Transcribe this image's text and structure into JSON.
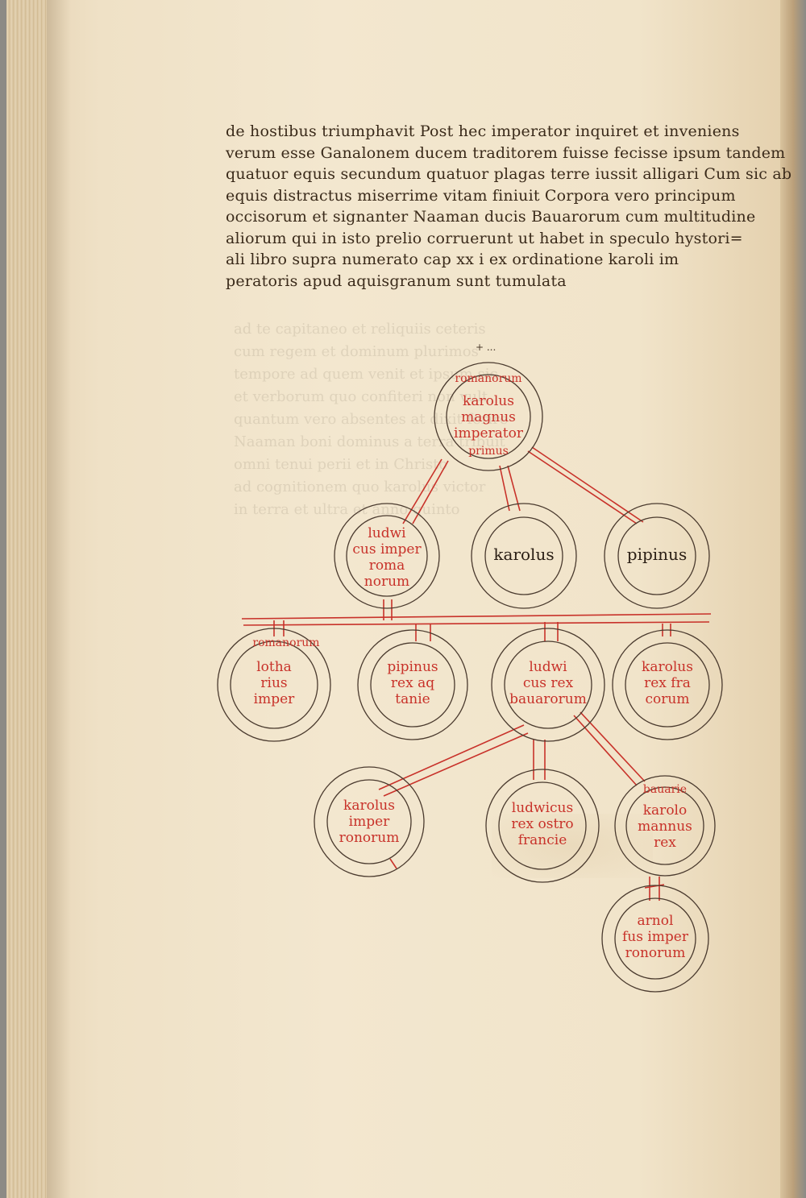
{
  "manuscript": {
    "text_lines": [
      "de hostibus triumphavit Post hec imperator inquiret et inveniens",
      "verum esse Ganalonem ducem traditorem fuisse fecisse ipsum tandem",
      "quatuor equis secundum quatuor plagas terre iussit alligari Cum sic ab",
      "equis distractus miserrime vitam finiuit Corpora vero principum",
      "occisorum et signanter Naaman ducis Bauarorum cum multitudine",
      "aliorum qui in isto prelio corruerunt ut habet in speculo hystori=",
      "ali libro supra numerato cap xx i ex ordinatione karoli im",
      "peratoris apud aquisgranum sunt tumulata"
    ],
    "folio_mark": "+ ...",
    "show_through_text": [
      "ad te capitaneo et reliquiis ceteris",
      "cum regem et dominum plurimos",
      "tempore ad quem venit et ipsum sic",
      "et verborum quo confiteri non vult",
      "quantum vero absentes at dixit ferire",
      "Naaman boni dominus a terra tribuit",
      "omni tenui perii et in Christo",
      "ad cognitionem quo karolus victor",
      "in terra et ultra et anno quinto"
    ]
  },
  "genealogy": {
    "root": {
      "arc_top": "romanorum",
      "label_lines": [
        "karolus",
        "magnus",
        "imperator"
      ],
      "arc_bottom": "primus"
    },
    "generation_2": [
      {
        "label_lines": [
          "ludwi",
          "cus imper",
          "roma",
          "norum"
        ],
        "color": "red"
      },
      {
        "label_lines": [
          "karolus"
        ],
        "color": "black"
      },
      {
        "label_lines": [
          "pipinus"
        ],
        "color": "black"
      }
    ],
    "generation_3": [
      {
        "arc_top": "romanorum",
        "label_lines": [
          "lotha",
          "rius",
          "imper"
        ],
        "color": "red"
      },
      {
        "label_lines": [
          "pipinus",
          "rex aq",
          "tanie"
        ],
        "color": "red"
      },
      {
        "label_lines": [
          "ludwi",
          "cus rex",
          "bauarorum"
        ],
        "color": "red"
      },
      {
        "label_lines": [
          "karolus",
          "rex fra",
          "corum"
        ],
        "color": "red"
      }
    ],
    "generation_4": [
      {
        "label_lines": [
          "karolus",
          "imper",
          "ronorum"
        ],
        "color": "red"
      },
      {
        "label_lines": [
          "ludwicus",
          "rex ostro",
          "francie"
        ],
        "color": "red"
      },
      {
        "arc_top": "bauarie",
        "label_lines": [
          "karolo",
          "mannus",
          "rex"
        ],
        "color": "red"
      }
    ],
    "generation_5": [
      {
        "label_lines": [
          "arnol",
          "fus imper",
          "ronorum"
        ],
        "color": "red"
      }
    ]
  },
  "colors": {
    "ink_brown": "#3a2a1a",
    "rubric_red": "#c8322a",
    "circle_ink": "#4a3a2e",
    "parchment": "#f3e7cf"
  }
}
